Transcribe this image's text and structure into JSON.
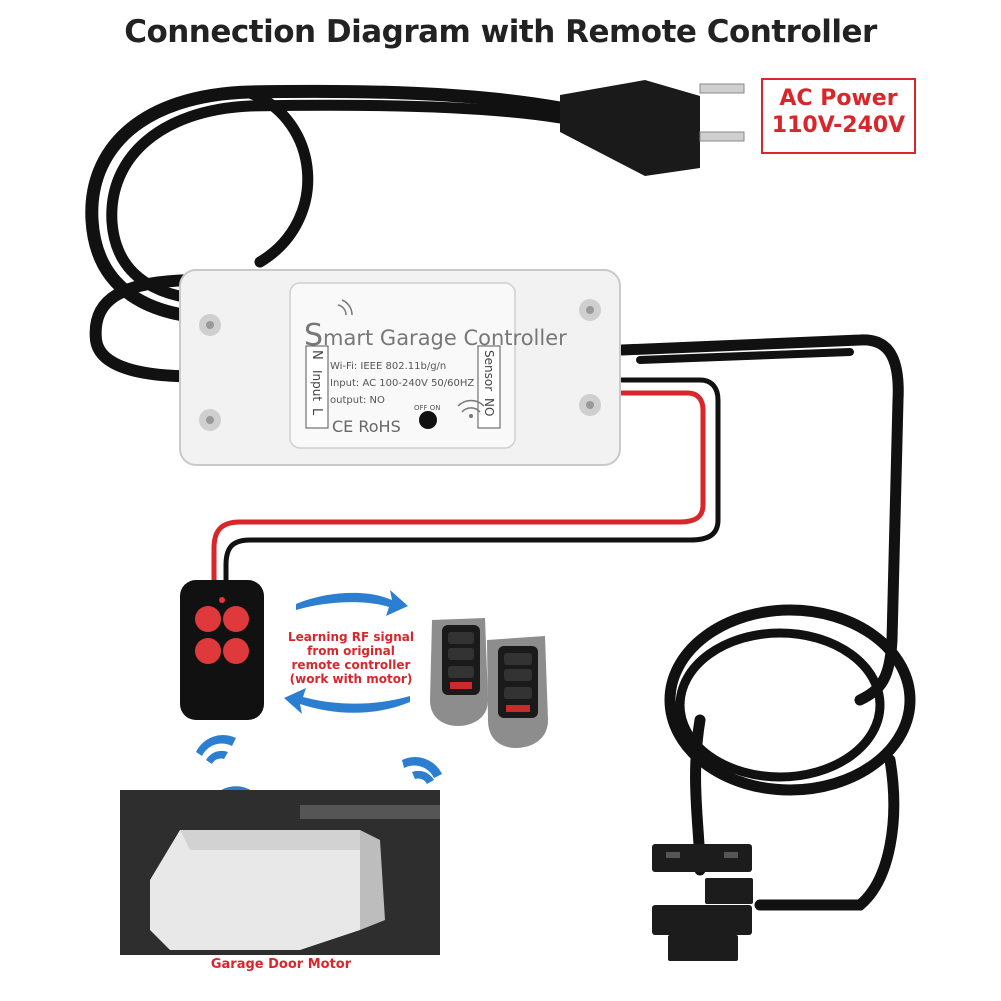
{
  "title": "Connection  Diagram with Remote Controller",
  "ac_power": {
    "line1": "AC Power",
    "line2": "110V-240V"
  },
  "device": {
    "title_first_letter": "S",
    "title_rest": "mart Garage Controller",
    "wifi": "Wi-Fi: IEEE 802.11b/g/n",
    "input": "Input: AC 100-240V  50/60HZ",
    "output": "output:  NO",
    "cert": "CE RoHS",
    "left_terminal": {
      "n": "N",
      "label": "Input",
      "l": "L"
    },
    "right_terminal": {
      "label": "Sensor",
      "no": "NO"
    },
    "switch_label": "OFF  ON"
  },
  "learning_note": [
    "Learning RF signal",
    "from original",
    "remote controller",
    "(work with motor)"
  ],
  "motor_label": "Garage Door Motor",
  "colors": {
    "accent_red": "#d9262b",
    "cable": "#111111",
    "device_body": "#f2f2f2",
    "remote_button": "#e0393c"
  }
}
